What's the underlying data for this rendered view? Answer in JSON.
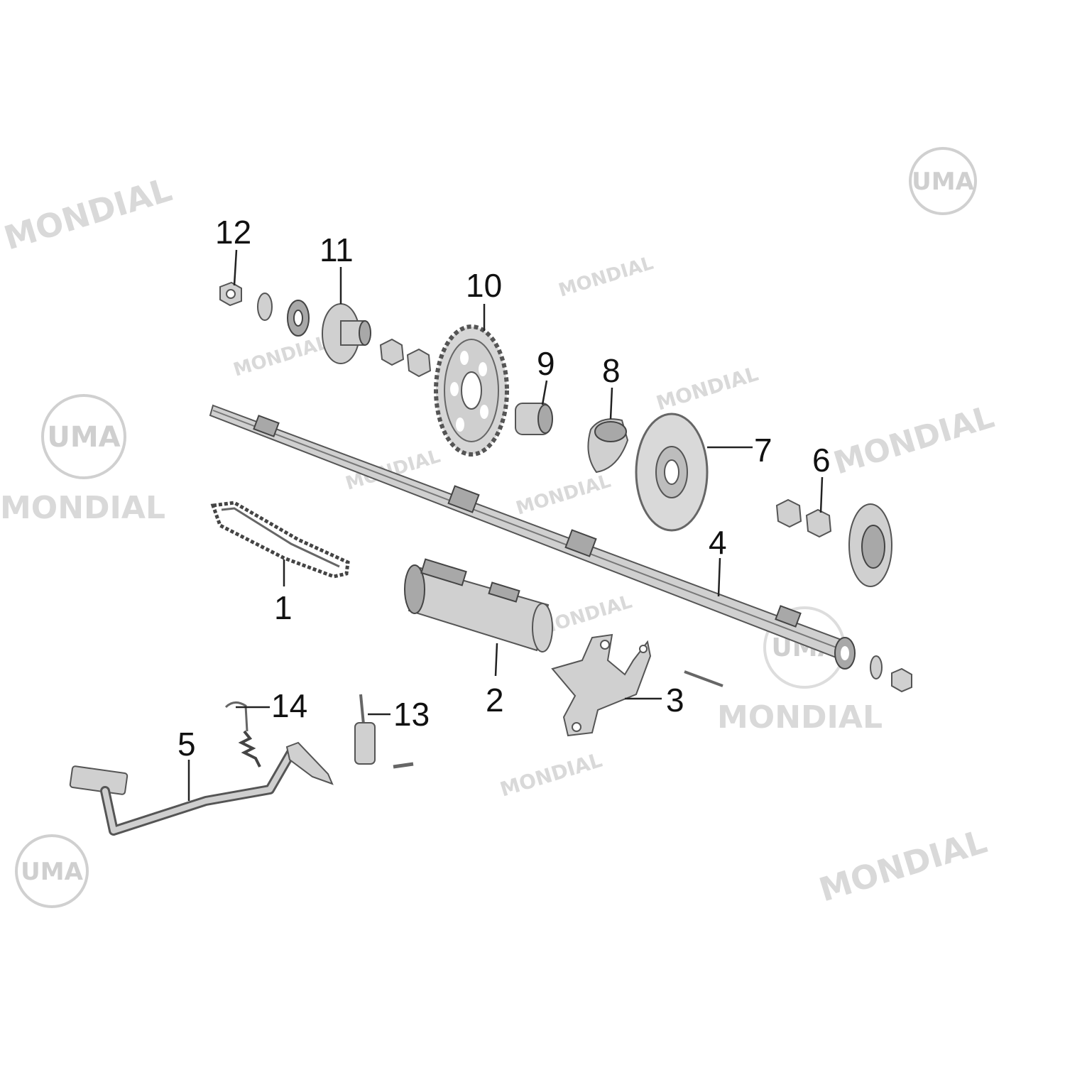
{
  "watermark": {
    "brand_text": "MONDIAL",
    "logo_text": "UMA"
  },
  "callouts": [
    {
      "id": "1",
      "label": "1"
    },
    {
      "id": "2",
      "label": "2"
    },
    {
      "id": "3",
      "label": "3"
    },
    {
      "id": "4",
      "label": "4"
    },
    {
      "id": "5",
      "label": "5"
    },
    {
      "id": "6",
      "label": "6"
    },
    {
      "id": "7",
      "label": "7"
    },
    {
      "id": "8",
      "label": "8"
    },
    {
      "id": "9",
      "label": "9"
    },
    {
      "id": "10",
      "label": "10"
    },
    {
      "id": "11",
      "label": "11"
    },
    {
      "id": "12",
      "label": "12"
    },
    {
      "id": "13",
      "label": "13"
    },
    {
      "id": "14",
      "label": "14"
    }
  ],
  "colors": {
    "background": "#ffffff",
    "part_fill": "#d0d0d0",
    "part_stroke": "#555555",
    "watermark": "#d9d9d9",
    "label": "#111111"
  }
}
